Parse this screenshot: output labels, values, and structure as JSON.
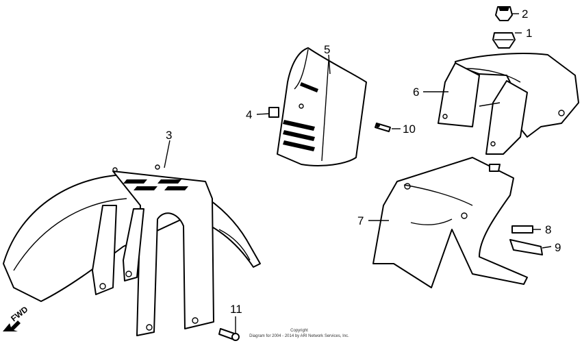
{
  "callouts": {
    "c1": "1",
    "c2": "2",
    "c3": "3",
    "c4": "4",
    "c5": "5",
    "c6": "6",
    "c7": "7",
    "c8": "8",
    "c9": "9",
    "c10": "10",
    "c11": "11"
  },
  "direction_marker": "FWD",
  "copyright_line1": "Copyright",
  "copyright_line2": "Diagram for 2004 - 2014 by ARI Network Services, Inc."
}
